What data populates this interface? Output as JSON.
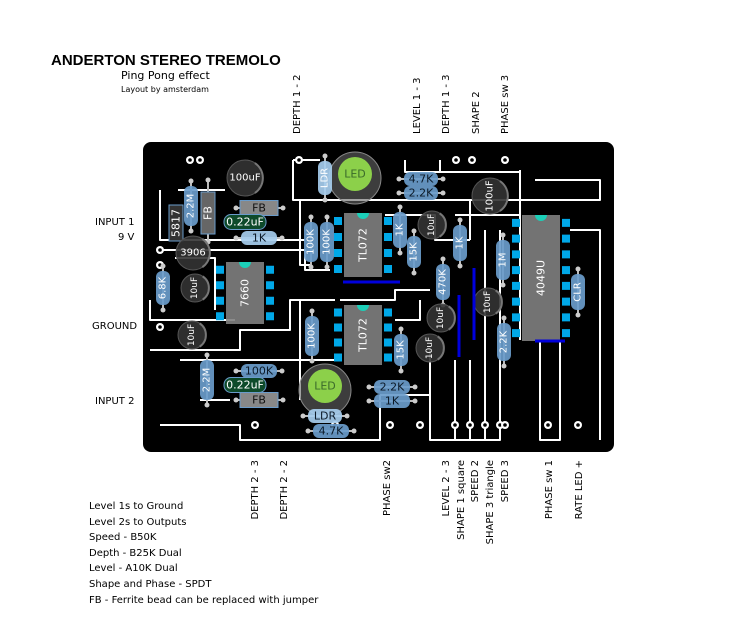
{
  "header": {
    "title": "ANDERTON STEREO TREMOLO",
    "subtitle": "Ping Pong effect",
    "credit": "Layout by amsterdam"
  },
  "side_labels": {
    "input1": "INPUT 1",
    "power": "9 V",
    "ground": "GROUND",
    "input2": "INPUT 2"
  },
  "top_labels": [
    "DEPTH 1 - 2",
    "LEVEL 1 - 3",
    "DEPTH 1 - 3",
    "SHAPE 2",
    "PHASE sw 3"
  ],
  "bottom_labels": [
    "DEPTH 2 - 3",
    "DEPTH 2 - 2",
    "PHASE  sw2",
    "LEVEL 2 - 3",
    "SHAPE 1 square",
    "SPEED 2",
    "SHAPE 3 triangle",
    "SPEED 3",
    "PHASE sw 1",
    "RATE LED +"
  ],
  "notes": [
    "Level 1s to Ground",
    "Level 2s to Outputs",
    "Speed - B50K",
    "Depth - B25K Dual",
    "Level - A10K Dual",
    "Shape and Phase - SPDT",
    "FB - Ferrite bead can be replaced with jumper"
  ],
  "components": {
    "cap_100uf_a": "100uF",
    "res_2m2_a": "2.2M",
    "fb_v": "FB",
    "diode": "5817",
    "fb_top": "FB",
    "film_top": "0.22uF",
    "res_1k_a": "1K",
    "transistor": "3906",
    "res_6k8": "6.8K",
    "cap_10uf_a": "10uF",
    "cap_10uf_b": "10uF",
    "ic_7660": "7660",
    "res_100k_a": "100K",
    "res_100k_b": "100K",
    "ic_tl072_a": "TL072",
    "ldr_top": "LDR",
    "led_top": "LED",
    "res_4k7_a": "4.7K",
    "res_2k2_a": "2.2K",
    "res_1k_b": "1K",
    "res_15k_a": "15K",
    "cap_10uf_c": "10uF",
    "cap_100uf_b": "100uF",
    "res_1k_c": "1K",
    "res_470k": "470K",
    "res_1m": "1M",
    "ic_4049": "4049U",
    "res_clr": "CLR",
    "cap_10uf_d": "10uF",
    "cap_10uf_e": "10uF",
    "cap_10uf_f": "10uF",
    "res_2k2_b": "2.2K",
    "ic_tl072_b": "TL072",
    "res_100k_c": "100K",
    "res_15k_b": "15K",
    "res_100k_d": "100K",
    "film_bot": "0.22uF",
    "fb_bot": "FB",
    "res_2m2_b": "2.2M",
    "led_bot": "LED",
    "ldr_bot": "LDR",
    "res_4k7_b": "4.7K",
    "res_2k2_c": "2.2K",
    "res_1k_d": "1K"
  },
  "colors": {
    "board": "#000000",
    "trace_outline": "#ffffff",
    "resistor": "#6a9ccb",
    "resistor_light": "#a6cdee",
    "ic_body": "#808080",
    "ic_pin": "#00a8e8",
    "film_cap": "#0e4a2a",
    "led": "#8cd04a",
    "jumper": "#0000dd"
  }
}
